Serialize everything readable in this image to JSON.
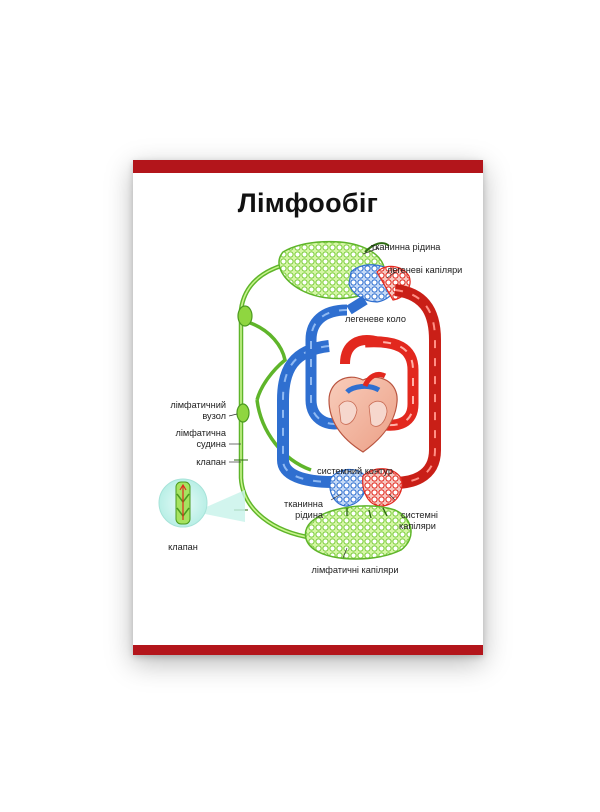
{
  "title": "Лімфообіг",
  "labels": {
    "tissue_fluid_top": "тканинна рідина",
    "pulmonary_capillaries": "легеневі капіляри",
    "pulmonary_circuit": "легеневе коло",
    "lymph_node_1": "лімфатичний",
    "lymph_node_2": "вузол",
    "lymph_vessel_1": "лімфатична",
    "lymph_vessel_2": "судина",
    "valve_right": "клапан",
    "valve_inset": "клапан",
    "systemic_circuit": "системний контур",
    "tissue_fluid_bottom_1": "тканинна",
    "tissue_fluid_bottom_2": "рідина",
    "systemic_capillaries_1": "системні",
    "systemic_capillaries_2": "капіляри",
    "lymph_capillaries": "лімфатичні капіляри"
  },
  "colors": {
    "frame_red": "#b3151b",
    "lymph_green": "#7ccd3c",
    "lymph_light": "#c9f58e",
    "vein_blue": "#2f6fd0",
    "artery_red": "#e2281e",
    "heart_pink": "#f3b6a0"
  }
}
